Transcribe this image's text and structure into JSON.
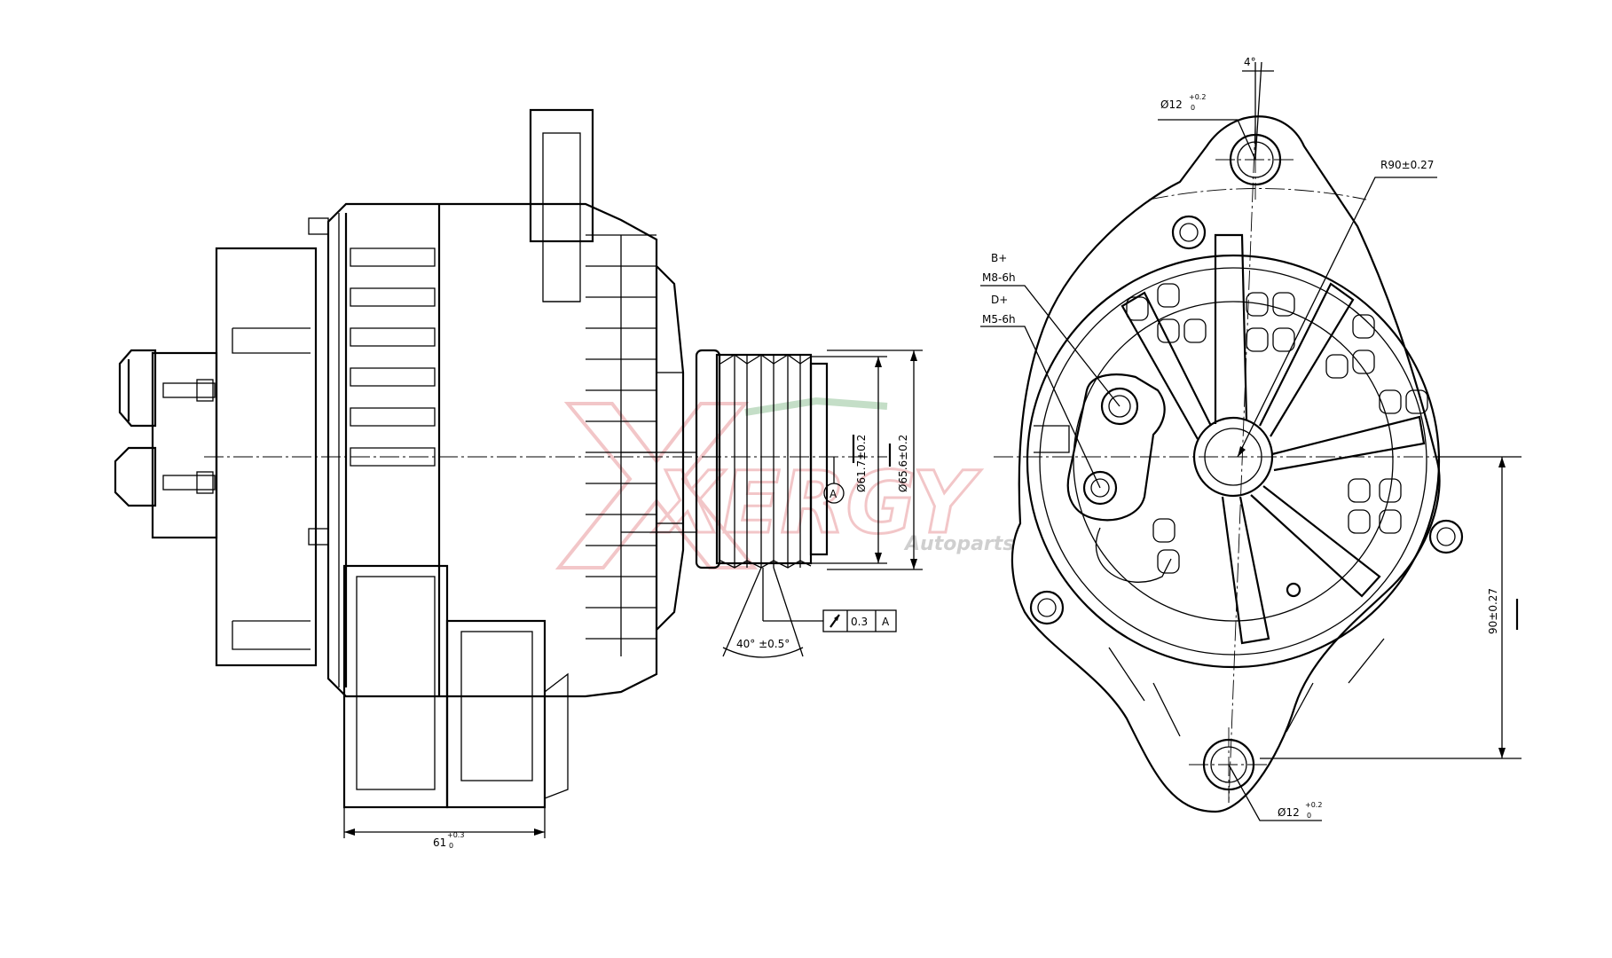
{
  "watermark": {
    "brand": "XERGY",
    "tagline": "Autoparts",
    "colors": {
      "red": "#d4373c",
      "green": "#2e8b3a"
    }
  },
  "side_view": {
    "width_dim": "61",
    "width_tol_upper": "+0.3",
    "width_tol_lower": "0",
    "dia_inner": "Ø61.7±0.2",
    "dia_outer": "Ø65.6±0.2",
    "datum": "A",
    "runout_tol": "0.3",
    "runout_ref": "A",
    "groove_angle": "40° ±0.5°"
  },
  "front_view": {
    "angle": "4°",
    "hole_top": "Ø12",
    "hole_bottom": "Ø12",
    "hole_tol_upper": "+0.2",
    "hole_tol_lower": "0",
    "radius": "R90±0.27",
    "b_plus": "B+",
    "b_thread": "M8-6h",
    "d_plus": "D+",
    "d_thread": "M5-6h",
    "height_dim": "90±0.27"
  }
}
